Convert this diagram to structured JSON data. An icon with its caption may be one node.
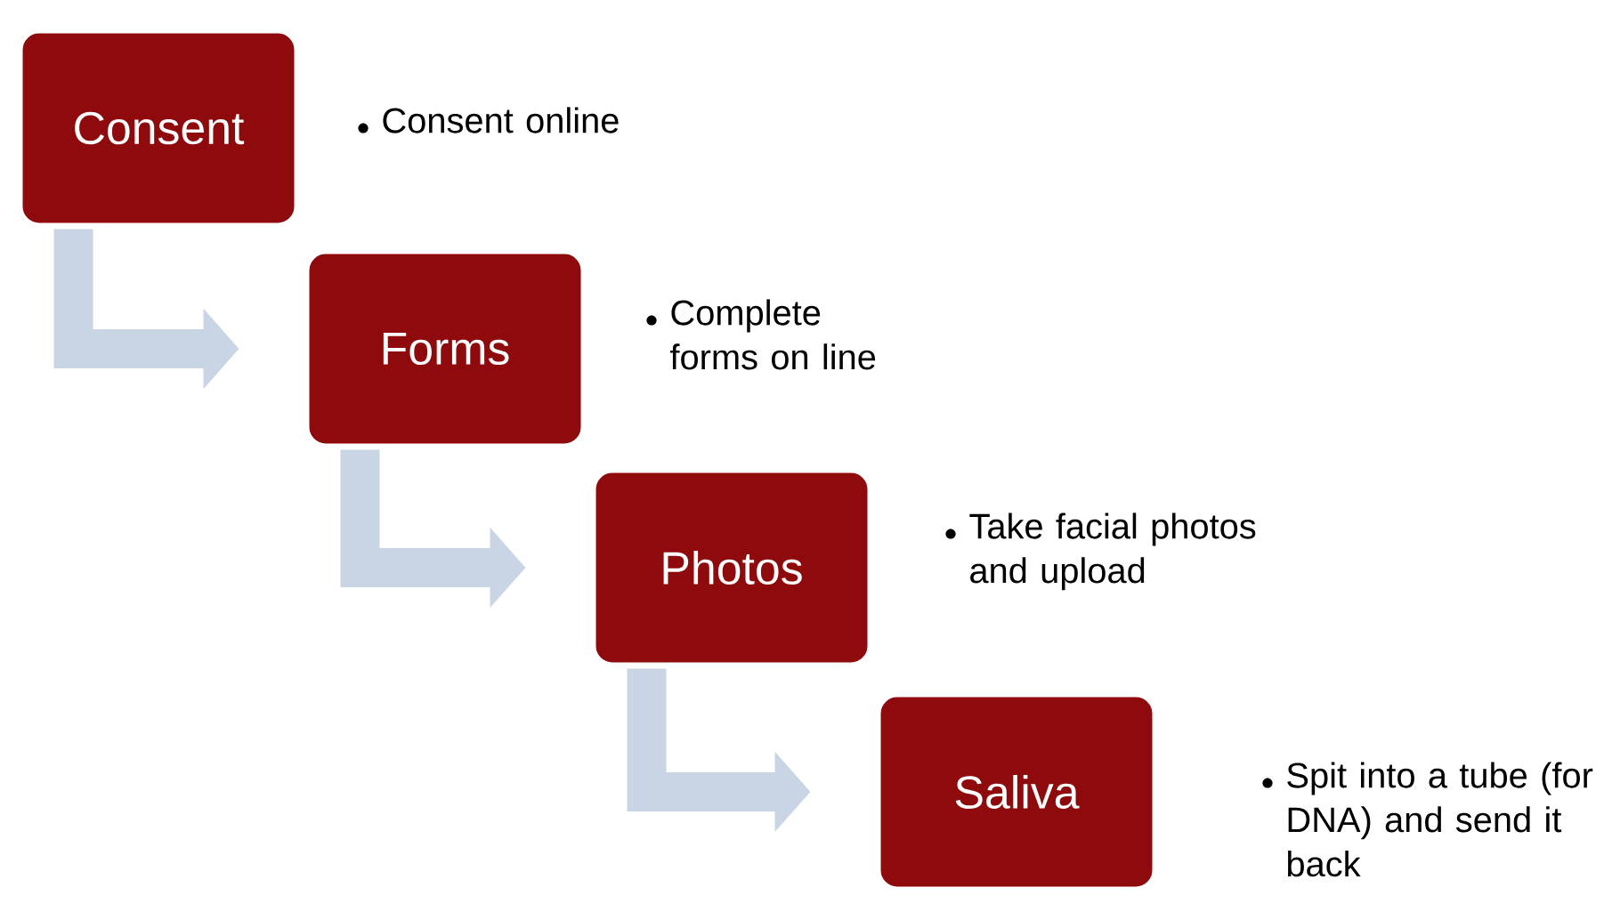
{
  "diagram": {
    "nodes": [
      {
        "text": [
          "Consent"
        ],
        "beside": [
          "Consent online"
        ]
      },
      {
        "text": [
          "Forms"
        ],
        "beside": [
          "Complete forms on line"
        ]
      },
      {
        "text": [
          "Photos"
        ],
        "beside": [
          "Take facial photos and upload"
        ]
      },
      {
        "text": [
          "Saliva"
        ],
        "beside": [
          "Spit into a tube (for DNA) and send it back"
        ]
      }
    ],
    "edges": [
      {
        "from": 0,
        "to": 1,
        "arrow": "to"
      },
      {
        "from": 1,
        "to": 2,
        "arrow": "to"
      },
      {
        "from": 2,
        "to": 3,
        "arrow": "to"
      }
    ]
  }
}
